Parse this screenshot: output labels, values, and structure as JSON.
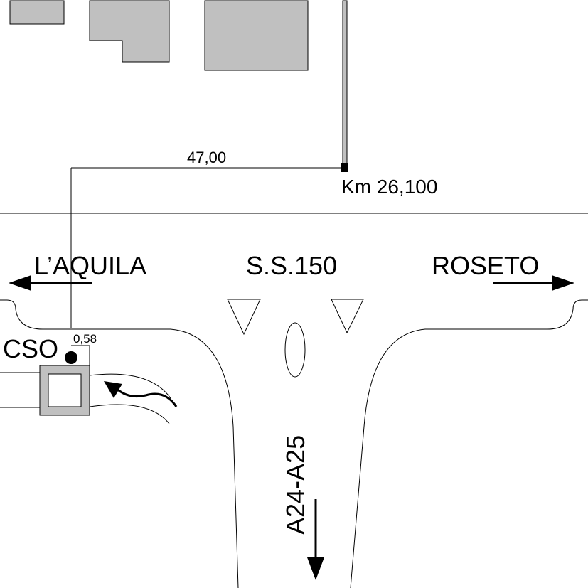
{
  "labels": {
    "measure_distance": "47,00",
    "measure_offset": "0,58",
    "km_marker": "Km 26,100",
    "direction_left": "L’AQUILA",
    "road_name": "S.S.150",
    "direction_right": "ROSETO",
    "station_code": "CSO",
    "motorway": "A24-A25"
  },
  "colors": {
    "building_fill": "#c0c0c0",
    "line": "#000000",
    "background": "#ffffff"
  }
}
